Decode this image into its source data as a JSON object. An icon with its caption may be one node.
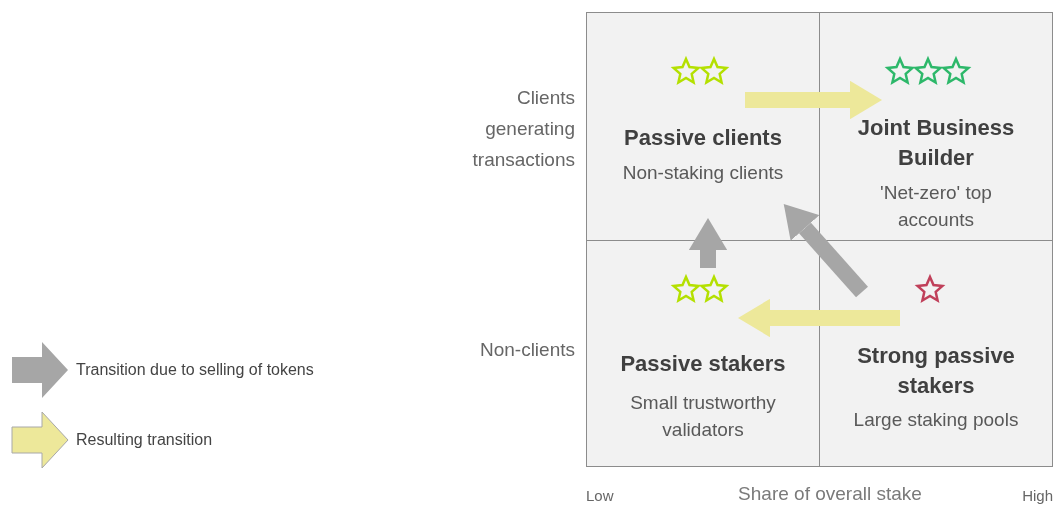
{
  "diagram": {
    "nodes": [
      {
        "text": [
          "Passive clients",
          "Non-staking clients"
        ]
      },
      {
        "text": [
          "Joint Business Builder",
          "'Net-zero' top accounts"
        ]
      },
      {
        "text": [
          "Passive stakers",
          "Small trustworthy validators"
        ]
      },
      {
        "text": [
          "Strong passive stakers",
          "Large staking pools"
        ]
      }
    ],
    "edges": [
      {
        "from": 0,
        "to": 1,
        "arrow": "to",
        "color": "#ede89a"
      },
      {
        "from": 2,
        "to": 0,
        "arrow": "to",
        "color": "#a6a6a6"
      },
      {
        "from": 3,
        "to": 0,
        "arrow": "to",
        "color": "#a6a6a6"
      },
      {
        "from": 3,
        "to": 2,
        "arrow": "to",
        "color": "#ede89a"
      }
    ],
    "labels": [
      "Clients generating transactions",
      "Non-clients",
      "Low",
      "Share of overall stake",
      "High"
    ],
    "legend": [
      {
        "text": "Transition due to selling of tokens",
        "color": "#a6a6a6"
      },
      {
        "text": "Resulting transition",
        "color": "#ede89a"
      }
    ]
  }
}
